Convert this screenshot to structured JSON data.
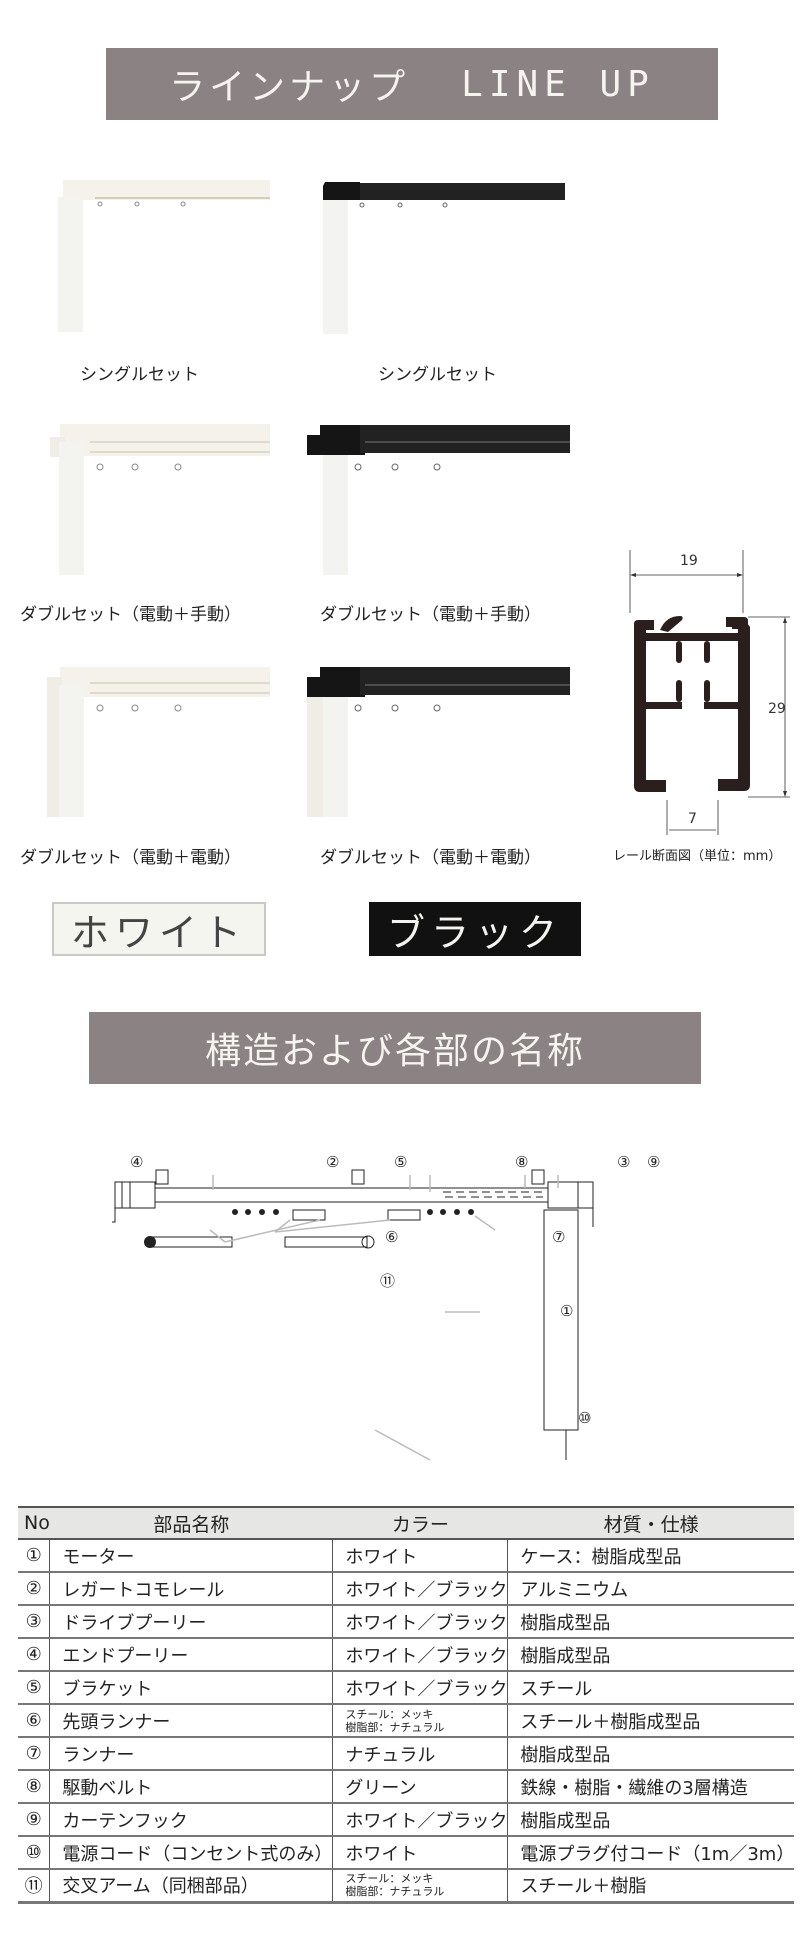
{
  "lineup": {
    "title_ja": "ラインナップ",
    "title_en": "LINE UP",
    "products": [
      {
        "color": "white",
        "label": "シングルセット"
      },
      {
        "color": "black",
        "label": "シングルセット"
      },
      {
        "color": "white",
        "label": "ダブルセット（電動＋手動）"
      },
      {
        "color": "black",
        "label": "ダブルセット（電動＋手動）"
      },
      {
        "color": "white",
        "label": "ダブルセット（電動＋電動）"
      },
      {
        "color": "black",
        "label": "ダブルセット（電動＋電動）"
      }
    ],
    "swatches": {
      "white_label": "ホワイト",
      "black_label": "ブラック"
    },
    "cross_section": {
      "width_dim": "19",
      "height_dim": "29",
      "opening_dim": "7",
      "caption": "レール断面図（単位：mm）"
    }
  },
  "structure": {
    "title": "構造および各部の名称",
    "callouts": [
      "①",
      "②",
      "③",
      "④",
      "⑤",
      "⑥",
      "⑦",
      "⑧",
      "⑨",
      "⑩",
      "⑪"
    ]
  },
  "parts_table": {
    "headers": {
      "no": "No",
      "name": "部品名称",
      "color": "カラー",
      "material": "材質・仕様"
    },
    "rows": [
      {
        "no": "①",
        "name": "モーター",
        "color": "ホワイト",
        "color2": "",
        "material": "ケース：樹脂成型品"
      },
      {
        "no": "②",
        "name": "レガートコモレール",
        "color": "ホワイト／ブラック",
        "color2": "",
        "material": "アルミニウム"
      },
      {
        "no": "③",
        "name": "ドライブプーリー",
        "color": "ホワイト／ブラック",
        "color2": "",
        "material": "樹脂成型品"
      },
      {
        "no": "④",
        "name": "エンドプーリー",
        "color": "ホワイト／ブラック",
        "color2": "",
        "material": "樹脂成型品"
      },
      {
        "no": "⑤",
        "name": "ブラケット",
        "color": "ホワイト／ブラック",
        "color2": "",
        "material": "スチール"
      },
      {
        "no": "⑥",
        "name": "先頭ランナー",
        "color": "スチール：メッキ",
        "color2": "樹脂部：ナチュラル",
        "material": "スチール＋樹脂成型品"
      },
      {
        "no": "⑦",
        "name": "ランナー",
        "color": "ナチュラル",
        "color2": "",
        "material": "樹脂成型品"
      },
      {
        "no": "⑧",
        "name": "駆動ベルト",
        "color": "グリーン",
        "color2": "",
        "material": "鉄線・樹脂・繊維の3層構造"
      },
      {
        "no": "⑨",
        "name": "カーテンフック",
        "color": "ホワイト／ブラック",
        "color2": "",
        "material": "樹脂成型品"
      },
      {
        "no": "⑩",
        "name": "電源コード（コンセント式のみ）",
        "color": "ホワイト",
        "color2": "",
        "material": "電源プラグ付コード（1m／3m）"
      },
      {
        "no": "⑪",
        "name": "交叉アーム（同梱部品）",
        "color": "スチール：メッキ",
        "color2": "樹脂部：ナチュラル",
        "material": "スチール＋樹脂"
      }
    ]
  },
  "colors": {
    "banner_bg": "#8b8383",
    "banner_text": "#f6f4ee",
    "rail_white": "#f4f2ea",
    "rail_black": "#1e1e1e",
    "table_header_bg": "#e6e6e4"
  }
}
